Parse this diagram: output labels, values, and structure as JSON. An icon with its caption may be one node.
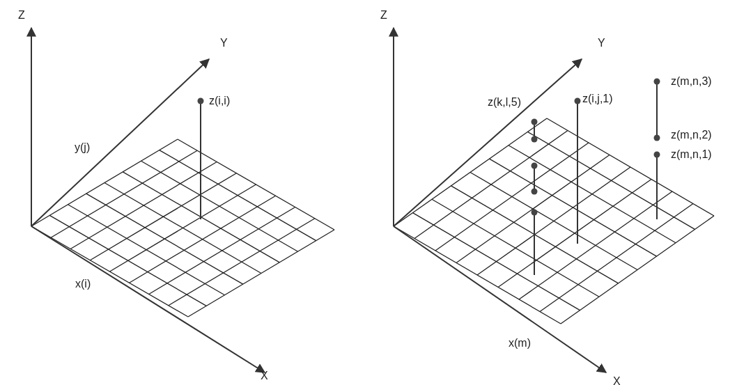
{
  "diagram": {
    "labels": [
      "Z",
      "Y",
      "z(i,i)",
      "y(j)",
      "x(i)",
      "X",
      "Z",
      "Y",
      "z(k,l,5)",
      "z(i,j,1)",
      "z(m,n,3)",
      "z(m,n,2)",
      "z(m,n,1)",
      "x(m)",
      "X"
    ]
  }
}
